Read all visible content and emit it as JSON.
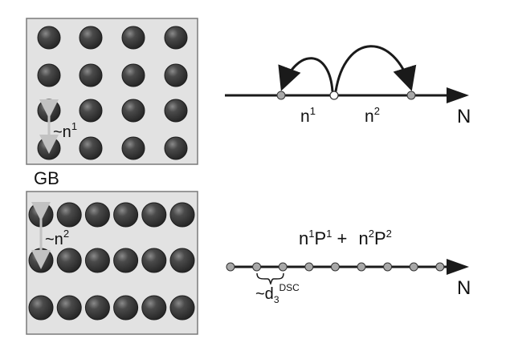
{
  "colors": {
    "panel_fill": "#e2e2e2",
    "panel_stroke": "#7a7a7a",
    "atom_dark": "#2f2f2f",
    "atom_highlight": "#8a8a8a",
    "axis": "#1a1a1a",
    "site_fill": "#a8a8a8",
    "hop_arrow": "#1a1a1a",
    "spacing_arrow": "#c2c2c2"
  },
  "labels": {
    "gb": "GB",
    "spacing_top": {
      "prefix": "~n",
      "sup": "1"
    },
    "spacing_bottom": {
      "prefix": "~n",
      "sup": "2"
    },
    "n1": {
      "base": "n",
      "sup": "1"
    },
    "n2": {
      "base": "n",
      "sup": "2"
    },
    "axis_top": "N",
    "axis_bottom": "N",
    "formula": {
      "t1": "n",
      "s1": "1",
      "t2": "P",
      "s2": "1",
      "plus": " + ",
      "t3": "n",
      "s3": "2",
      "t4": "P",
      "s4": "2"
    },
    "dsc": {
      "prefix": "~d",
      "sub": "3",
      "sup": "DSC"
    }
  },
  "top_lattice": {
    "rows": 4,
    "cols": 4
  },
  "bottom_lattice": {
    "rows": 3,
    "cols": 6
  },
  "bottom_axis_sites": 9
}
